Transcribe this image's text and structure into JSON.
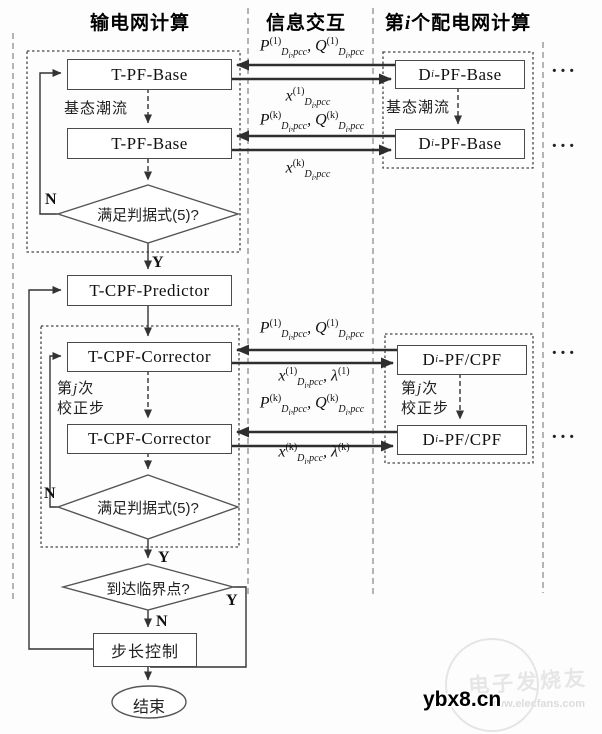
{
  "headers": {
    "transmission": "输电网计算",
    "exchange": "信息交互",
    "distribution": {
      "pre": "第",
      "var": "i",
      "post": "个配电网计算"
    }
  },
  "transmission_col": {
    "pf_base_1": "T-PF-Base",
    "pf_base_2": "T-PF-Base",
    "base_power_flow": "基态潮流",
    "criterion_1": "满足判据式(5)?",
    "predictor": "T-CPF-Predictor",
    "corrector_1": "T-CPF-Corrector",
    "corrector_2": "T-CPF-Corrector",
    "correction_step": {
      "pre": "第",
      "var": "j",
      "post": "次",
      "line2": "校正步"
    },
    "criterion_2": "满足判据式(5)?",
    "critical_point": "到达临界点?",
    "step_control": "步长控制",
    "end": "结束"
  },
  "distribution_col": {
    "pf_base_1": "D_{i}-PF-Base",
    "pf_base_2": "D_{i}-PF-Base",
    "base_power_flow": "基态潮流",
    "pf_cpf_1": "D_{i}-PF/CPF",
    "pf_cpf_2": "D_{i}-PF/CPF",
    "correction_step": {
      "pre": "第",
      "var": "j",
      "post": "次",
      "line2": "校正步"
    },
    "ellipsis": "···"
  },
  "exchange_labels": {
    "pq_1_base": "P^{(1)}_{D_{i},pcc}, Q^{(1)}_{D_{i},pcc}",
    "x_1_base": "x^{(1)}_{D_{i},pcc}",
    "pq_k_base": "P^{(k)}_{D_{i},pcc}, Q^{(k)}_{D_{i},pcc}",
    "x_k_base": "x^{(k)}_{D_{i},pcc}",
    "pq_1_cpf": "P^{(1)}_{D_{i},pcc}, Q^{(1)}_{D_{i},pcc}",
    "x_1_cpf": "x^{(1)}_{D_{i},pcc}, λ^{(1)}",
    "pq_k_cpf": "P^{(k)}_{D_{i},pcc}, Q^{(k)}_{D_{i},pcc}",
    "x_k_cpf": "x^{(k)}_{D_{i},pcc}, λ^{(k)}"
  },
  "branch": {
    "yes": "Y",
    "no": "N"
  },
  "watermark": {
    "brand": "ybx8.cn",
    "site": "www.elecfans.com",
    "logo_text": "电子发烧友"
  }
}
